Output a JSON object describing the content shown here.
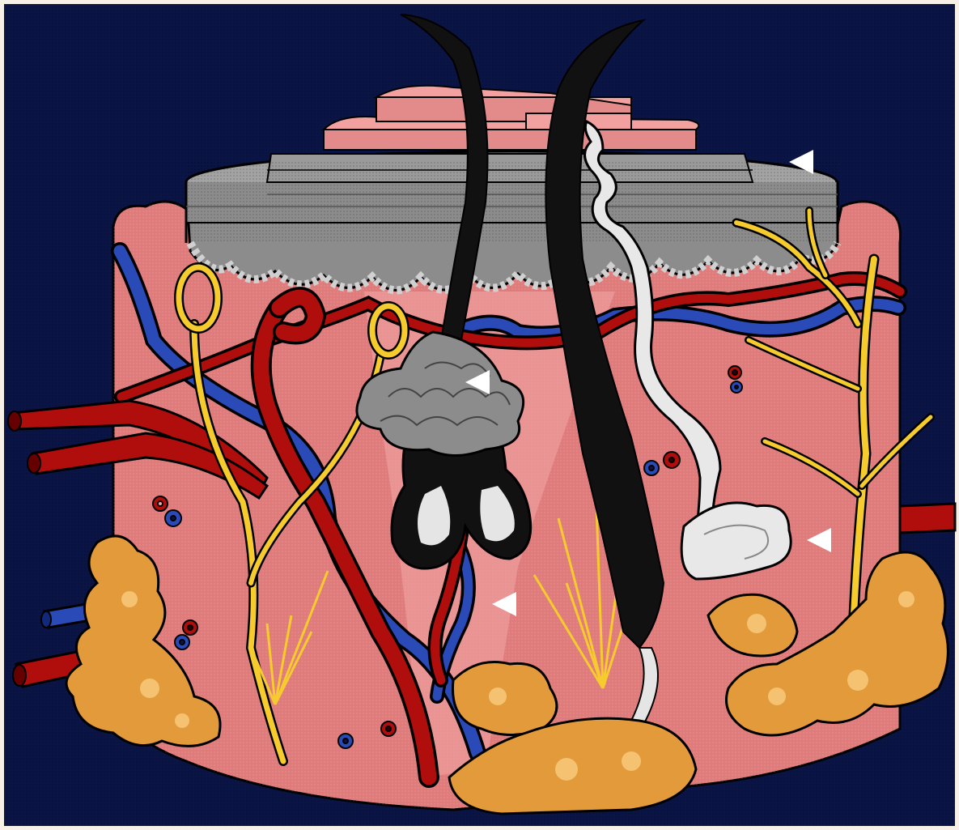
{
  "diagram": {
    "subject": "skin-cross-section",
    "labels": [],
    "markers": [
      {
        "id": "epidermis-marker",
        "icon": "triangle-pointer-icon"
      },
      {
        "id": "sebaceous-gland-marker",
        "icon": "triangle-pointer-icon"
      },
      {
        "id": "sweat-gland-marker",
        "icon": "triangle-pointer-icon"
      },
      {
        "id": "hair-papilla-marker",
        "icon": "triangle-pointer-icon"
      }
    ],
    "colors": {
      "background": "#0a1445",
      "dermis": "#e07b7b",
      "dermis_light": "#f0a3a3",
      "epidermis": "#8c8c8c",
      "stratum_corneum": "#f2a0a0",
      "hair": "#111111",
      "artery": "#b00d0d",
      "vein": "#2a4ab8",
      "nerve": "#f6cb2e",
      "fat": "#e39a3a",
      "sweat_duct": "#e8e8e8",
      "marker": "#ffffff"
    }
  }
}
